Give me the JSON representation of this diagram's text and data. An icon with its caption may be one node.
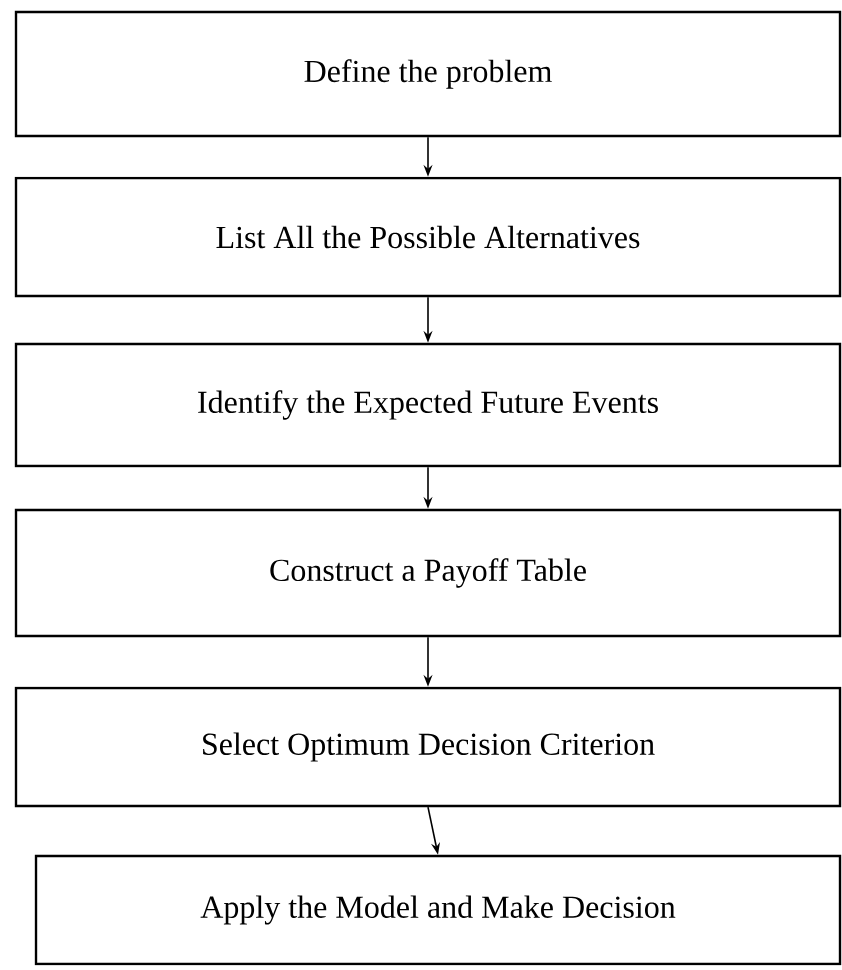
{
  "diagram": {
    "nodes": [
      {
        "text": [
          "Define the problem"
        ]
      },
      {
        "text": [
          "List All the Possible Alternatives"
        ]
      },
      {
        "text": [
          "Identify the Expected Future Events"
        ]
      },
      {
        "text": [
          "Construct a Payoff Table"
        ]
      },
      {
        "text": [
          "Select Optimum Decision Criterion"
        ]
      },
      {
        "text": [
          "Apply the Model and Make Decision"
        ]
      }
    ],
    "edges": [
      {
        "from": 0,
        "to": 1,
        "arrow": "to"
      },
      {
        "from": 1,
        "to": 2,
        "arrow": "to"
      },
      {
        "from": 2,
        "to": 3,
        "arrow": "to"
      },
      {
        "from": 3,
        "to": 4,
        "arrow": "to"
      },
      {
        "from": 4,
        "to": 5,
        "arrow": "to"
      }
    ]
  }
}
